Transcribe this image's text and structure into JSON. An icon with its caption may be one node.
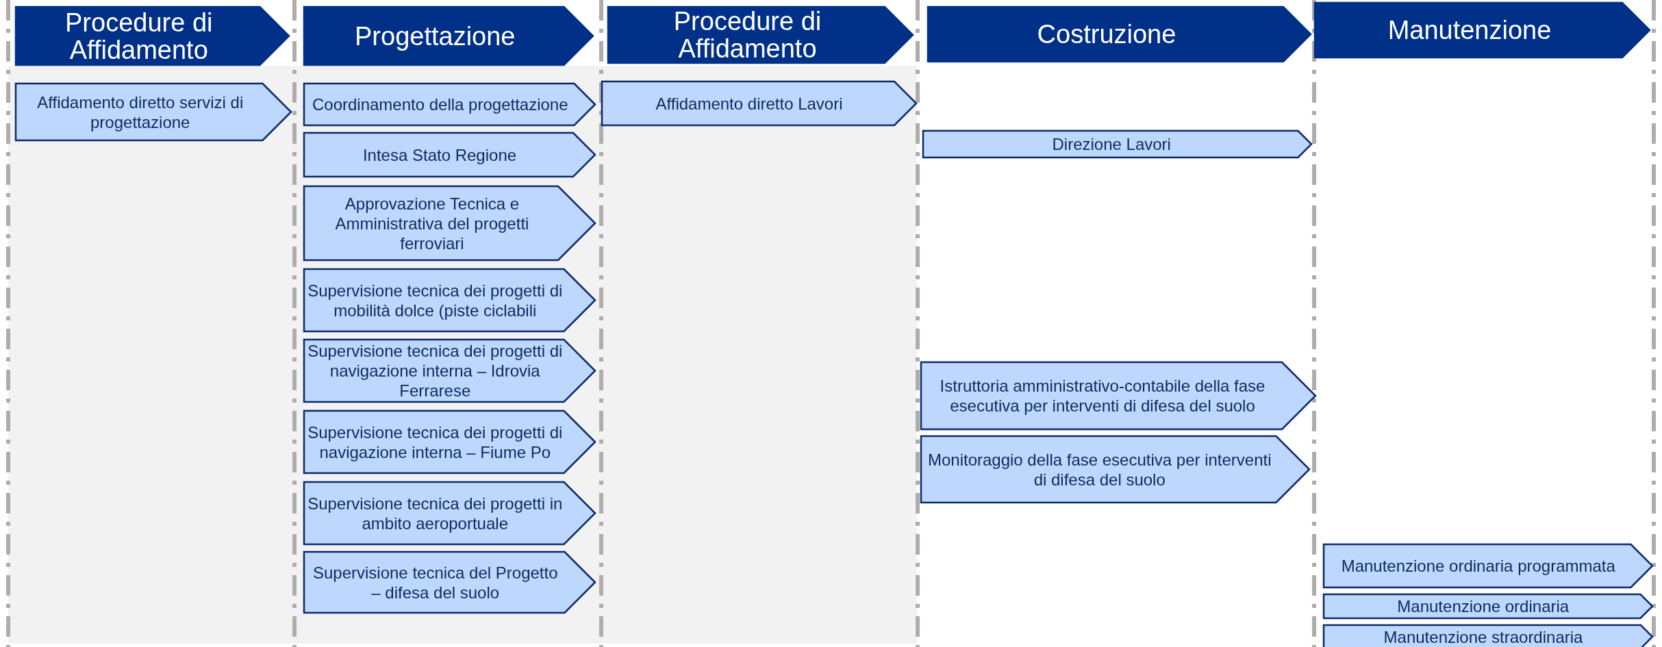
{
  "diagram": {
    "nodes": [
      {
        "text": [
          "Procedure di Affidamento"
        ]
      },
      {
        "text": [
          "Progettazione"
        ]
      },
      {
        "text": [
          "Procedure di Affidamento"
        ]
      },
      {
        "text": [
          "Costruzione"
        ]
      },
      {
        "text": [
          "Manutenzione"
        ]
      },
      {
        "text": [
          "Affidamento diretto servizi di progettazione"
        ]
      },
      {
        "text": [
          "Coordinamento della progettazione"
        ]
      },
      {
        "text": [
          "Intesa Stato Regione"
        ]
      },
      {
        "text": [
          "Approvazione Tecnica e Amministrativa del progetti ferroviari"
        ]
      },
      {
        "text": [
          "Supervisione tecnica dei progetti di mobilità dolce (piste ciclabili"
        ]
      },
      {
        "text": [
          "Supervisione tecnica dei progetti di navigazione interna – Idrovia Ferrarese"
        ]
      },
      {
        "text": [
          "Supervisione tecnica dei progetti di navigazione interna – Fiume Po"
        ]
      },
      {
        "text": [
          "Supervisione tecnica dei progetti in ambito aeroportuale"
        ]
      },
      {
        "text": [
          "Supervisione tecnica del Progetto – difesa del suolo"
        ]
      },
      {
        "text": [
          "Affidamento diretto Lavori"
        ]
      },
      {
        "text": [
          "Direzione Lavori"
        ]
      },
      {
        "text": [
          "Istruttoria amministrativo-contabile della fase esecutiva per interventi di difesa del suolo"
        ]
      },
      {
        "text": [
          "Monitoraggio della fase esecutiva per interventi di difesa del suolo"
        ]
      },
      {
        "text": [
          "Manutenzione ordinaria programmata"
        ]
      },
      {
        "text": [
          "Manutenzione ordinaria"
        ]
      },
      {
        "text": [
          "Manutenzione straordinaria"
        ]
      }
    ],
    "edges": []
  }
}
